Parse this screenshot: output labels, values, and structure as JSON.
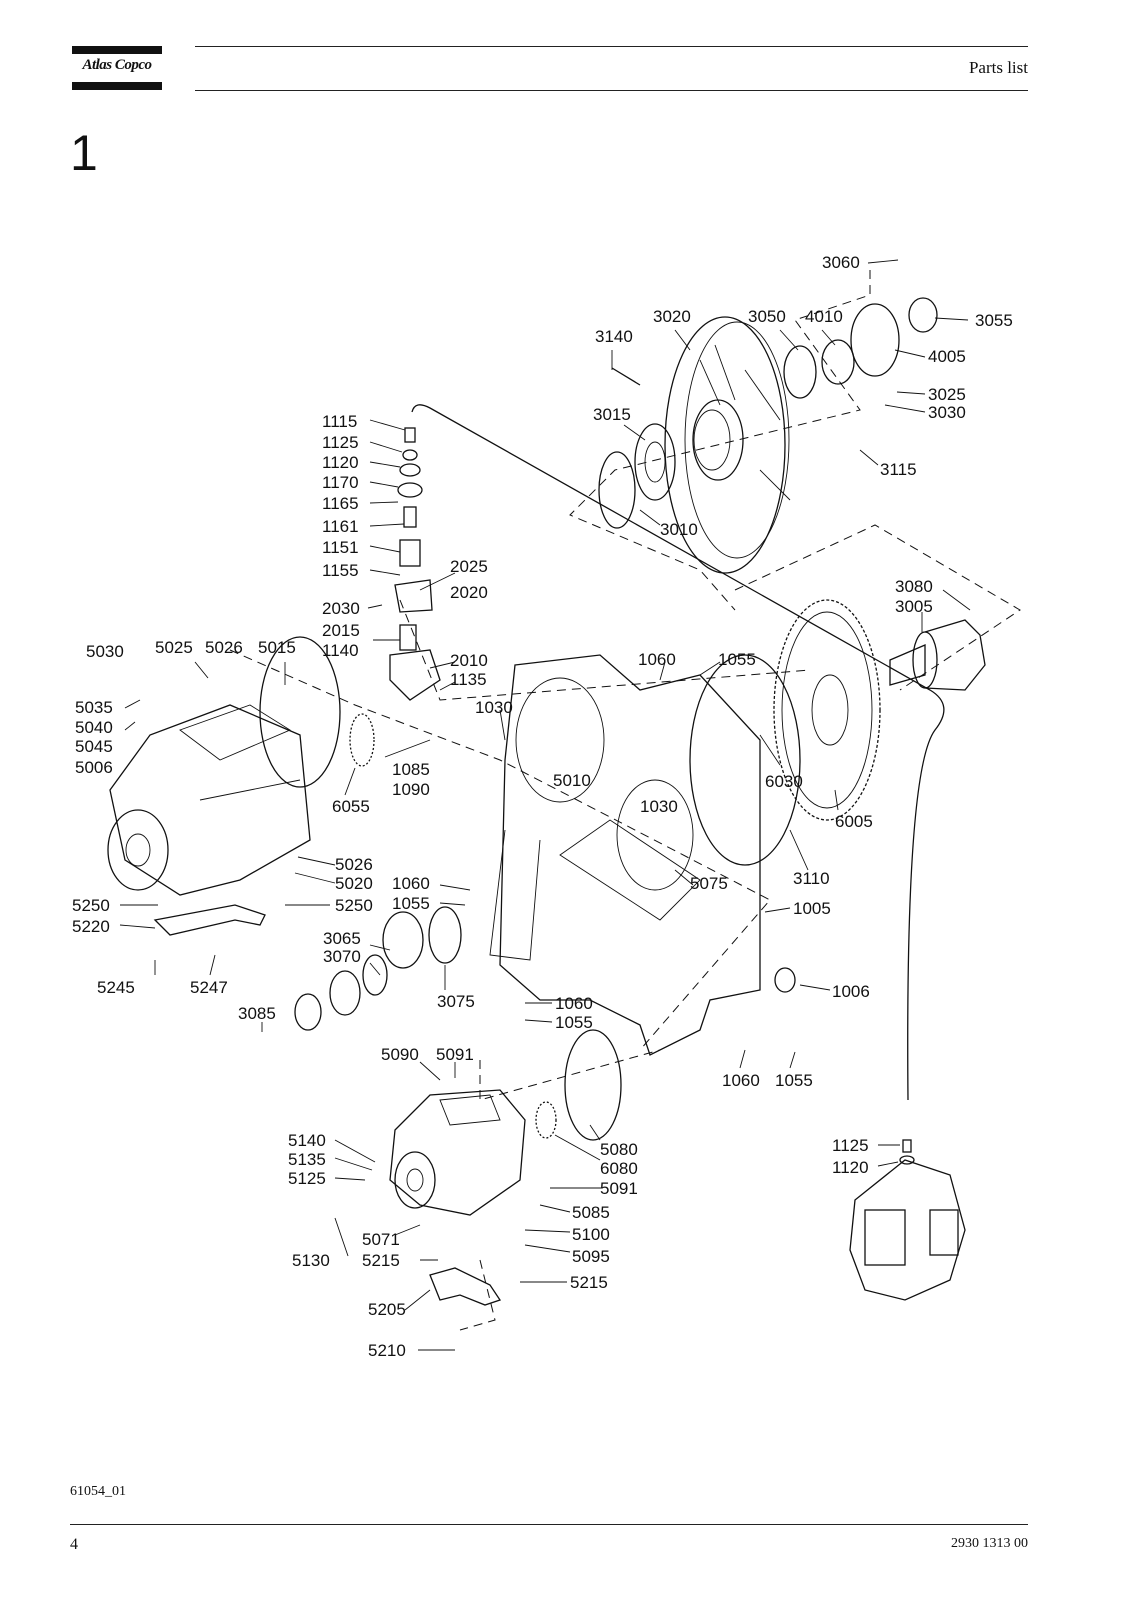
{
  "header": {
    "logo_text": "Atlas Copco",
    "title": "Parts list"
  },
  "section_number": "1",
  "figure": {
    "code": "61054_01",
    "labels": [
      "3060",
      "3020",
      "3050",
      "4010",
      "3055",
      "3140",
      "4005",
      "3025",
      "3030",
      "3015",
      "3115",
      "3010",
      "1115",
      "1125",
      "1120",
      "1170",
      "1165",
      "1161",
      "1151",
      "1155",
      "2025",
      "2020",
      "2030",
      "2015",
      "1140",
      "2010",
      "1135",
      "3080",
      "3005",
      "5030",
      "5025",
      "5026",
      "5015",
      "1060",
      "1055",
      "5035",
      "1030",
      "5040",
      "5045",
      "5006",
      "1085",
      "1090",
      "5010",
      "6030",
      "6055",
      "1030",
      "6005",
      "5026",
      "5020",
      "5075",
      "3110",
      "1060",
      "1055",
      "5250",
      "5250",
      "1005",
      "5220",
      "3065",
      "3070",
      "3075",
      "1006",
      "5245",
      "5247",
      "1060",
      "3085",
      "1055",
      "5090",
      "5091",
      "1060",
      "1055",
      "5140",
      "5080",
      "1125",
      "5135",
      "6080",
      "1120",
      "5125",
      "5091",
      "5085",
      "5100",
      "5071",
      "5095",
      "5130",
      "5215",
      "5215",
      "5205",
      "5210"
    ]
  },
  "footer": {
    "page_number": "4",
    "document_number": "2930 1313 00"
  }
}
